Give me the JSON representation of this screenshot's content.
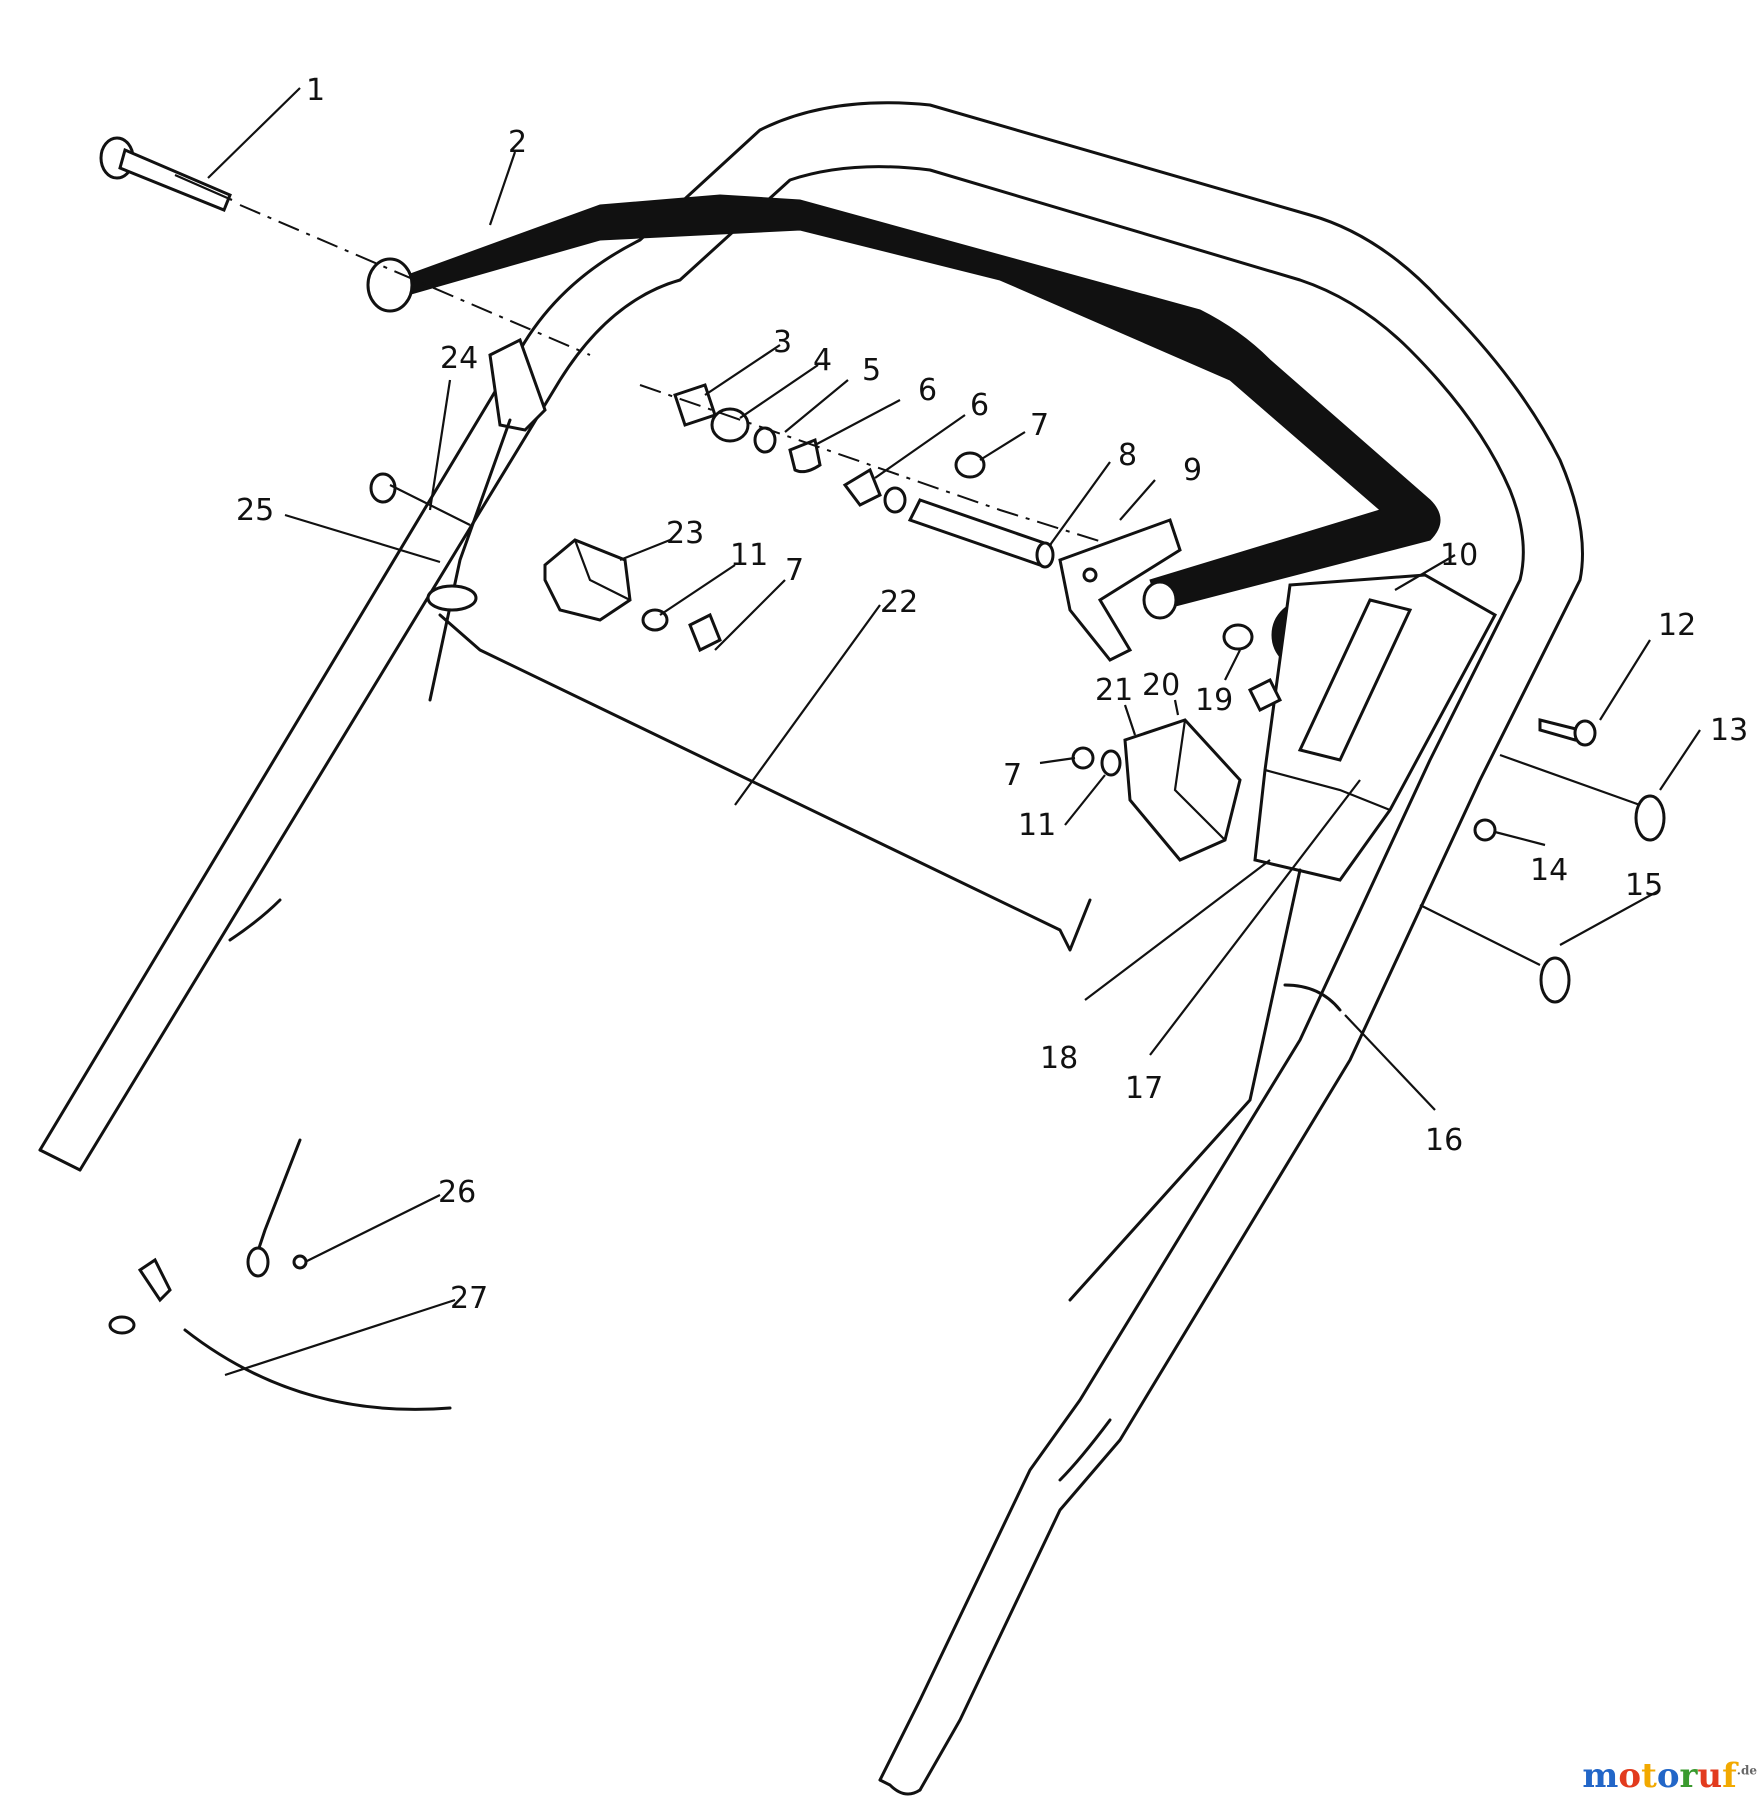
{
  "labels": [
    "1",
    "2",
    "3",
    "4",
    "5",
    "6",
    "6",
    "7",
    "8",
    "9",
    "10",
    "12",
    "13",
    "14",
    "15",
    "16",
    "17",
    "18",
    "19",
    "20",
    "21",
    "7",
    "11",
    "22",
    "23",
    "11",
    "7",
    "24",
    "25",
    "26",
    "27"
  ],
  "watermark": {
    "letters": [
      "m",
      "o",
      "t",
      "o",
      "r",
      "u",
      "f"
    ],
    "suffix": ".de",
    "colors": [
      "#2266c8",
      "#e23b1e",
      "#f2a900",
      "#2266c8",
      "#3a9a2e",
      "#e23b1e",
      "#f2a900"
    ]
  }
}
